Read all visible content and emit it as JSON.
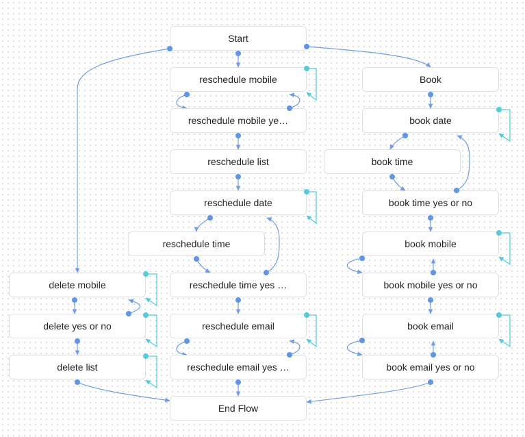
{
  "colors": {
    "edge": "#6b9df0",
    "handle": "#5b95ee",
    "loop": "#4dcde0",
    "node_border": "#dcdfe4"
  },
  "nodes": {
    "start": "Start",
    "reschedule_mobile": "reschedule mobile",
    "reschedule_mobile_yes": "reschedule mobile ye…",
    "reschedule_list": "reschedule list",
    "reschedule_date": "reschedule date",
    "reschedule_time": "reschedule time",
    "reschedule_time_yes": "reschedule time yes …",
    "reschedule_email": "reschedule email",
    "reschedule_email_yes": "reschedule email yes …",
    "end_flow": "End Flow",
    "book": "Book",
    "book_date": "book date",
    "book_time": "book time",
    "book_time_yes": "book time yes or no",
    "book_mobile": "book mobile",
    "book_mobile_yes": "book mobile yes or no",
    "book_email": "book email",
    "book_email_yes": "book email yes or no",
    "delete_mobile": "delete mobile",
    "delete_yes": "delete yes or no",
    "delete_list": "delete list"
  }
}
